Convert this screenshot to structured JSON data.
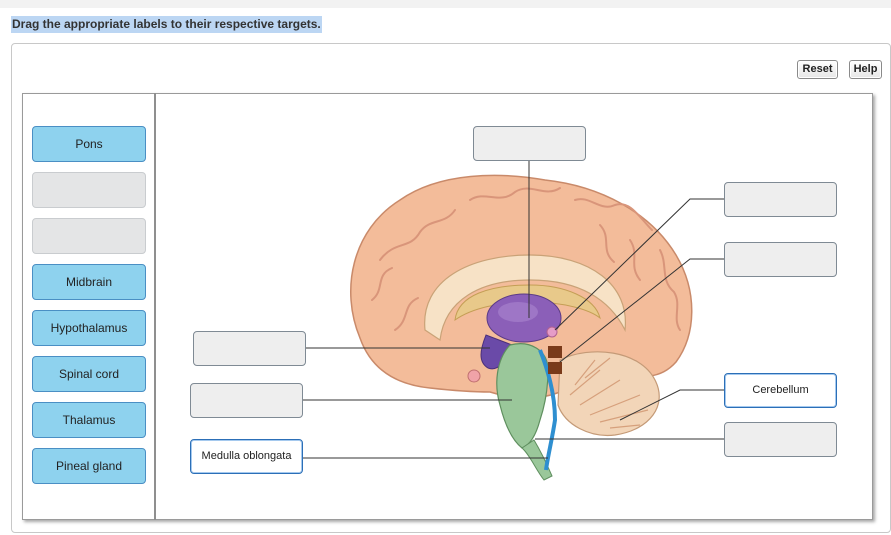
{
  "instruction": "Drag the appropriate labels to their respective targets.",
  "buttons": {
    "reset": "Reset",
    "help": "Help"
  },
  "label_bank": [
    {
      "text": "Pons",
      "empty": false
    },
    {
      "text": "",
      "empty": true
    },
    {
      "text": "",
      "empty": true
    },
    {
      "text": "Midbrain",
      "empty": false
    },
    {
      "text": "Hypothalamus",
      "empty": false
    },
    {
      "text": "Spinal cord",
      "empty": false
    },
    {
      "text": "Thalamus",
      "empty": false
    },
    {
      "text": "Pineal gland",
      "empty": false
    }
  ],
  "targets": {
    "top_center": "",
    "right_1": "",
    "right_2": "",
    "left_1": "",
    "left_2": "",
    "left_3": "Medulla oblongata",
    "right_3": "Cerebellum",
    "right_4": ""
  },
  "colors": {
    "label_fill": "#8ed2ee",
    "label_border": "#4a8fc4",
    "accent": "#2c6fb7"
  }
}
